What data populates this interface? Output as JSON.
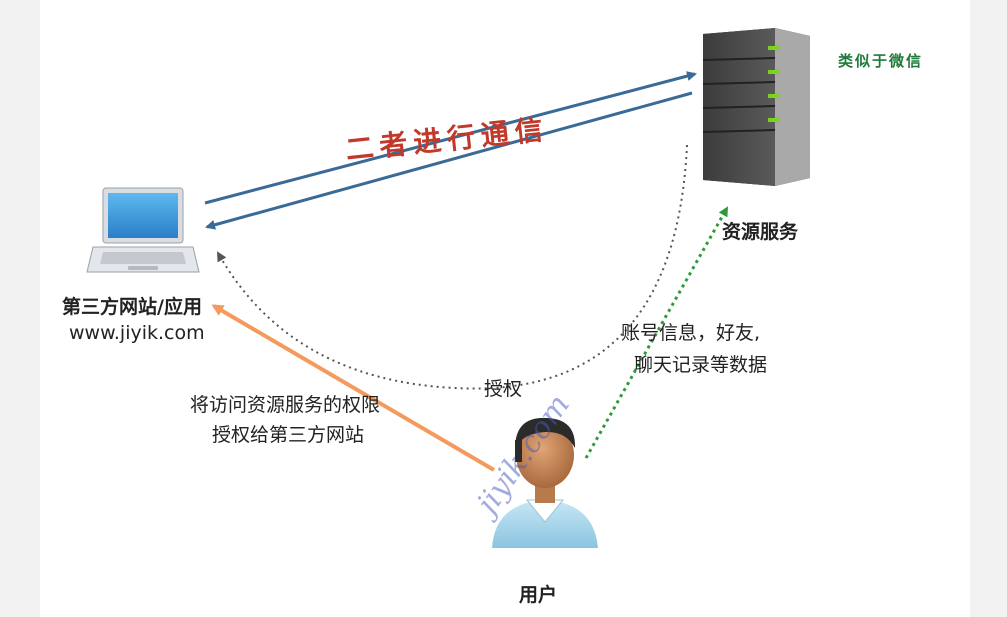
{
  "labels": {
    "client_name": "第三方网站/应用",
    "client_url": "www.jiyik.com",
    "resource_service": "资源服务",
    "user": "用户",
    "authorize": "授权",
    "grant_line1": "将访问资源服务的权限",
    "grant_line2": "授权给第三方网站",
    "data_line1": "账号信息，好友,",
    "data_line2": "聊天记录等数据",
    "communicate": "二者进行通信",
    "similar_to": "类似于微信"
  },
  "watermark": "jiyik.com",
  "colors": {
    "blue_arrow": "#3a6b96",
    "orange_arrow": "#f39a5c",
    "green_dotted": "#2e9b3a",
    "gray_dotted": "#555555",
    "red_text": "#c0392b",
    "green_text": "#1e7a3a"
  },
  "icons": [
    "laptop-icon",
    "server-icon",
    "user-avatar-icon"
  ]
}
